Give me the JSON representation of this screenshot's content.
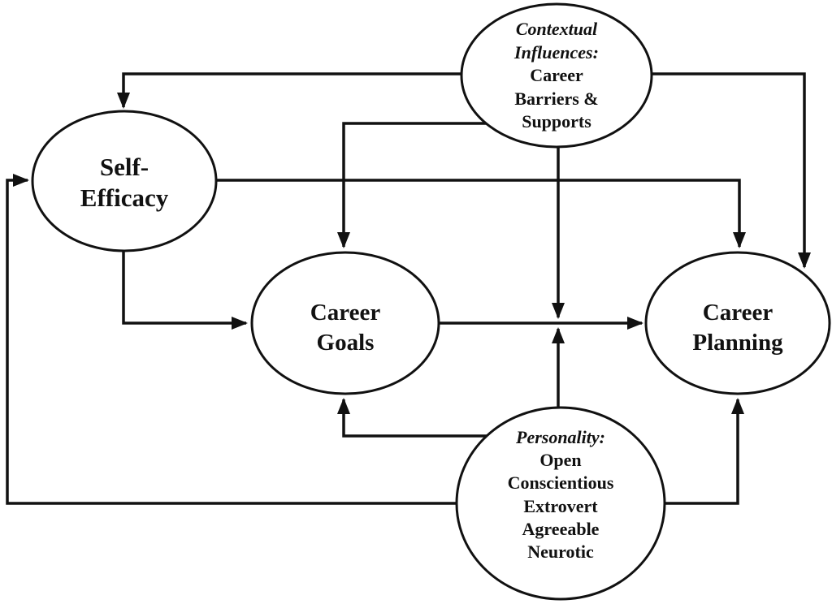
{
  "diagram": {
    "background_color": "#ffffff",
    "stroke_color": "#111111",
    "text_color": "#111111",
    "nodes": {
      "contextual": {
        "label": "Contextual Influences: Career Barriers & Supports",
        "lines": [
          "Contextual",
          "Influences:",
          "Career",
          "Barriers &",
          "Supports"
        ]
      },
      "self_efficacy": {
        "label": "Self-Efficacy",
        "lines": [
          "Self-",
          "Efficacy"
        ]
      },
      "career_goals": {
        "label": "Career Goals",
        "lines": [
          "Career",
          "Goals"
        ]
      },
      "career_planning": {
        "label": "Career Planning",
        "lines": [
          "Career",
          "Planning"
        ]
      },
      "personality": {
        "label": "Personality: Open Conscientious Extrovert Agreeable Neurotic",
        "lines": [
          "Personality:",
          "Open",
          "Conscientious",
          "Extrovert",
          "Agreeable",
          "Neurotic"
        ]
      }
    },
    "edges": [
      {
        "from": "Contextual Influences",
        "to": "Self-Efficacy"
      },
      {
        "from": "Contextual Influences",
        "to": "Career Goals"
      },
      {
        "from": "Contextual Influences",
        "to": "Career Planning"
      },
      {
        "from": "Contextual Influences",
        "to": "Career Goals to Career Planning path"
      },
      {
        "from": "Self-Efficacy",
        "to": "Career Goals"
      },
      {
        "from": "Self-Efficacy",
        "to": "Career Planning"
      },
      {
        "from": "Career Goals",
        "to": "Career Planning"
      },
      {
        "from": "Personality",
        "to": "Career Goals to Career Planning path"
      },
      {
        "from": "Personality",
        "to": "Career Goals"
      },
      {
        "from": "Personality",
        "to": "Career Planning"
      },
      {
        "from": "Personality",
        "to": "Self-Efficacy"
      }
    ]
  }
}
